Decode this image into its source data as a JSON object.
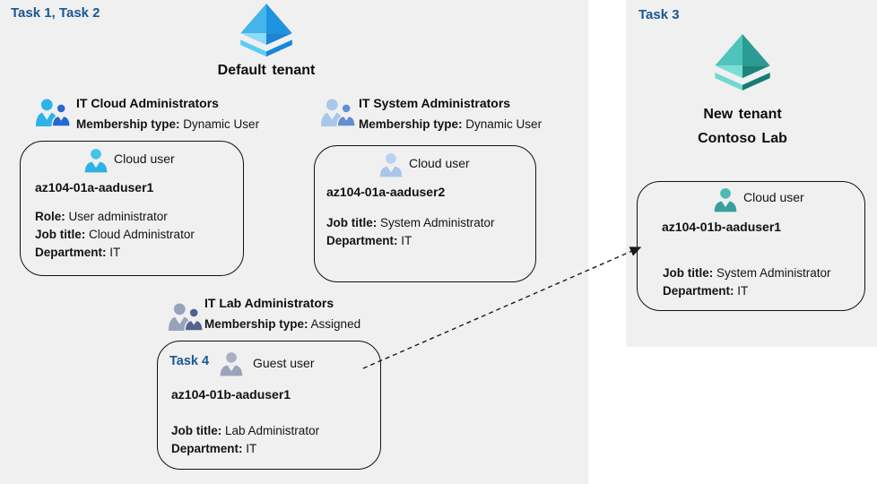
{
  "left": {
    "task_label": "Task 1, Task 2",
    "tenant_name": "Default tenant",
    "groups": [
      {
        "name": "IT Cloud Administrators",
        "membership_label": "Membership type:",
        "membership_value": "Dynamic User"
      },
      {
        "name": "IT System Administrators",
        "membership_label": "Membership type:",
        "membership_value": "Dynamic User"
      },
      {
        "name": "IT Lab Administrators",
        "membership_label": "Membership type:",
        "membership_value": "Assigned"
      }
    ]
  },
  "right": {
    "task_label": "Task 3",
    "tenant_line1": "New tenant",
    "tenant_line2": "Contoso Lab"
  },
  "cards": [
    {
      "user_type": "Cloud user",
      "name": "az104-01a-aaduser1",
      "fields": [
        {
          "label": "Role:",
          "value": "User administrator"
        },
        {
          "label": "Job title:",
          "value": "Cloud Administrator"
        },
        {
          "label": "Department:",
          "value": "IT"
        }
      ]
    },
    {
      "user_type": "Cloud user",
      "name": "az104-01a-aaduser2",
      "fields": [
        {
          "label": "Job title:",
          "value": "System Administrator"
        },
        {
          "label": "Department:",
          "value": "IT"
        }
      ]
    },
    {
      "task_label": "Task 4",
      "user_type": "Guest user",
      "name": "az104-01b-aaduser1",
      "fields": [
        {
          "label": "Job title:",
          "value": "Lab Administrator"
        },
        {
          "label": "Department:",
          "value": "IT"
        }
      ]
    },
    {
      "user_type": "Cloud user",
      "name": "az104-01b-aaduser1",
      "fields": [
        {
          "label": "Job title:",
          "value": "System Administrator"
        },
        {
          "label": "Department:",
          "value": "IT"
        }
      ]
    }
  ],
  "icons": {
    "default_tenant": "azure-ad-pyramid-blue",
    "new_tenant": "azure-ad-pyramid-teal",
    "group": "two-users-silhouette",
    "cloud_user": "user-silhouette",
    "guest_user": "user-silhouette-gray",
    "link": "dashed-arrow"
  },
  "colors": {
    "task_label_blue": "#1a5791",
    "background_gray": "#f0f0f1",
    "card_border": "#111111",
    "arrow": "#1a1a1a",
    "default_tenant_icon": {
      "light": "#8edbf7",
      "mid": "#44b5e8",
      "dark": "#1f93e0",
      "deep": "#1d83d4",
      "band_light": "#59cdf5",
      "band_dark": "#1787dd"
    },
    "new_tenant_icon": {
      "light": "#79ded6",
      "mid": "#4fc4bc",
      "dark": "#2b9b93",
      "deep": "#1d837d",
      "band_light": "#6fd8d0",
      "band_dark": "#177a74"
    },
    "group1_icon": {
      "big": "#2eb2e8",
      "small": "#2569cf"
    },
    "group2_icon": {
      "big": "#a9c7e9",
      "small": "#6190d2"
    },
    "group3_icon": {
      "big": "#99a2bb",
      "small": "#55618f"
    },
    "cloud_user_blue": {
      "head": "#45c3ee",
      "body": "#2cb3e6"
    },
    "cloud_user_steel": {
      "head": "#b9d2ee",
      "body": "#a9c7e9"
    },
    "guest_user_gray": {
      "head": "#a9b0c4",
      "body": "#9aa3ba"
    },
    "cloud_user_teal": {
      "head": "#4db8b4",
      "body": "#389f9d"
    }
  }
}
